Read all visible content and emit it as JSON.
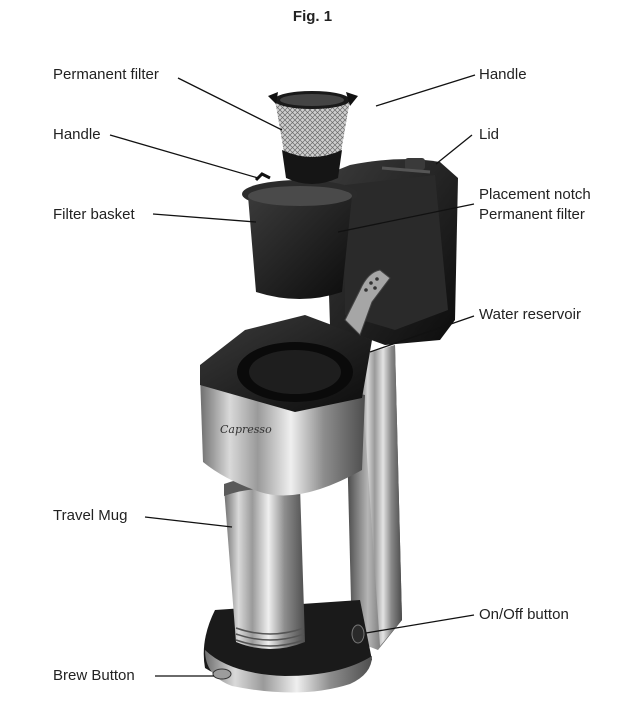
{
  "figure": {
    "title": "Fig. 1",
    "brand_script": "Capresso",
    "labels": {
      "permanent_filter": "Permanent filter",
      "handle_left": "Handle",
      "filter_basket": "Filter basket",
      "travel_mug": "Travel Mug",
      "brew_button": "Brew Button",
      "handle_right": "Handle",
      "lid": "Lid",
      "placement_notch_line1": "Placement notch",
      "placement_notch_line2": "Permanent filter",
      "water_reservoir": "Water reservoir",
      "on_off_button": "On/Off button"
    }
  }
}
